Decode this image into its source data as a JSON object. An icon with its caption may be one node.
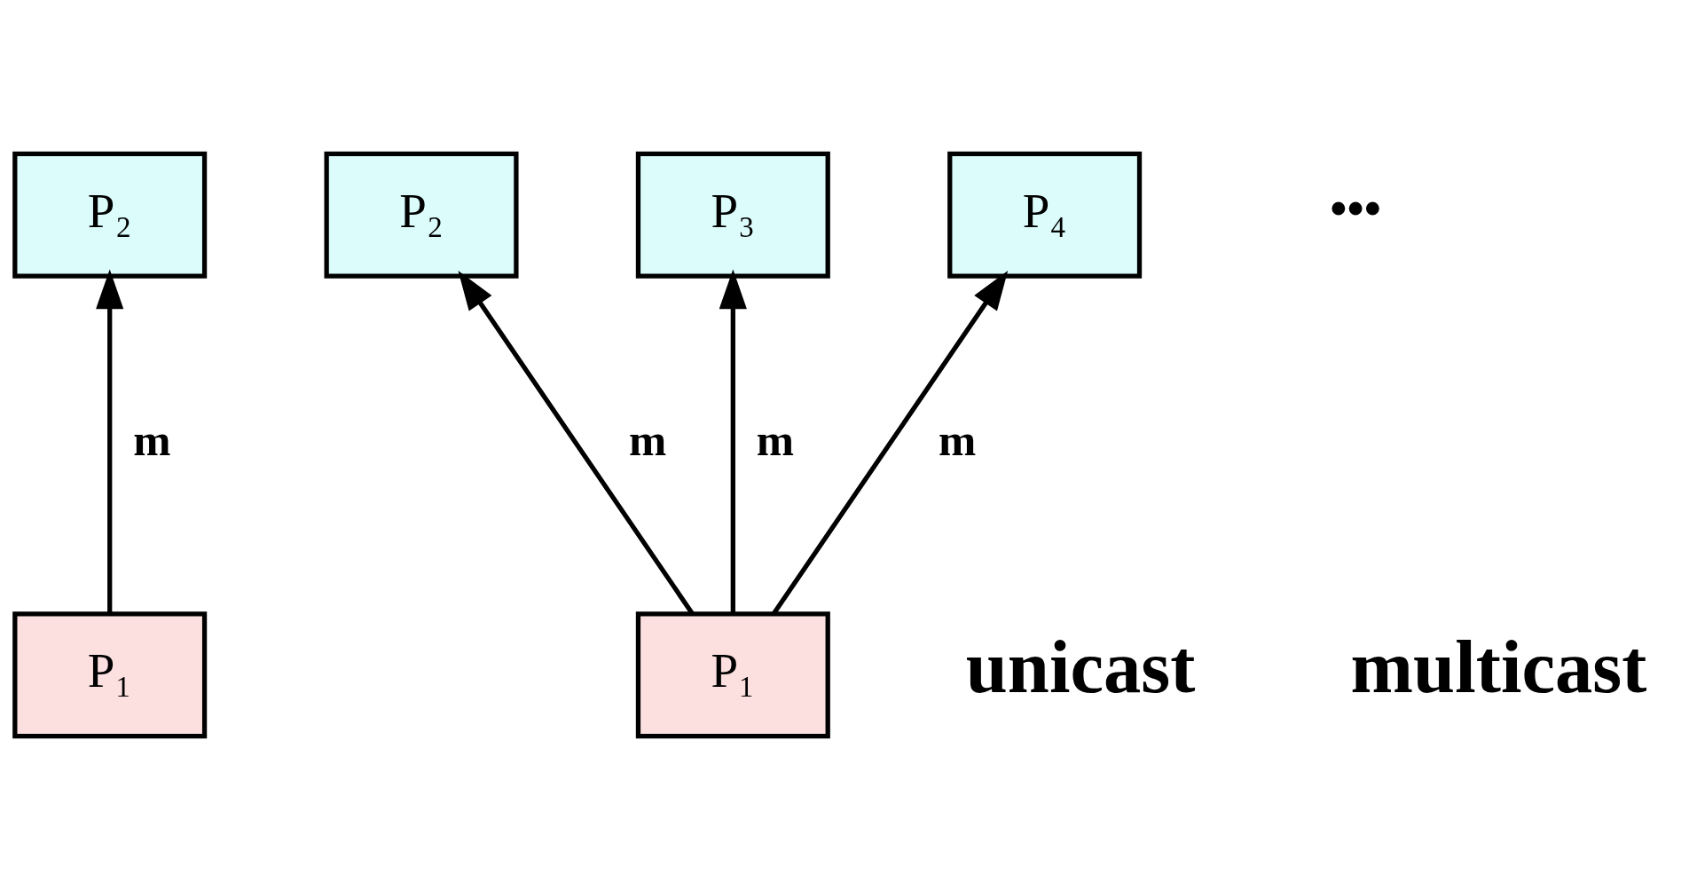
{
  "diagram": {
    "nodes": [
      {
        "text": [
          "P₂"
        ]
      },
      {
        "text": [
          "P₁"
        ]
      },
      {
        "text": [
          "P₂"
        ]
      },
      {
        "text": [
          "P₃"
        ]
      },
      {
        "text": [
          "P₄"
        ]
      },
      {
        "text": [
          "P₁"
        ]
      }
    ],
    "edges": [
      {
        "from": 1,
        "to": 0,
        "arrow": "to",
        "label": "m"
      },
      {
        "from": 5,
        "to": 2,
        "arrow": "to",
        "label": "m"
      },
      {
        "from": 5,
        "to": 3,
        "arrow": "to",
        "label": "m"
      },
      {
        "from": 5,
        "to": 4,
        "arrow": "to",
        "label": "m"
      }
    ],
    "labels": [
      "•••",
      "unicast",
      "multicast"
    ]
  }
}
